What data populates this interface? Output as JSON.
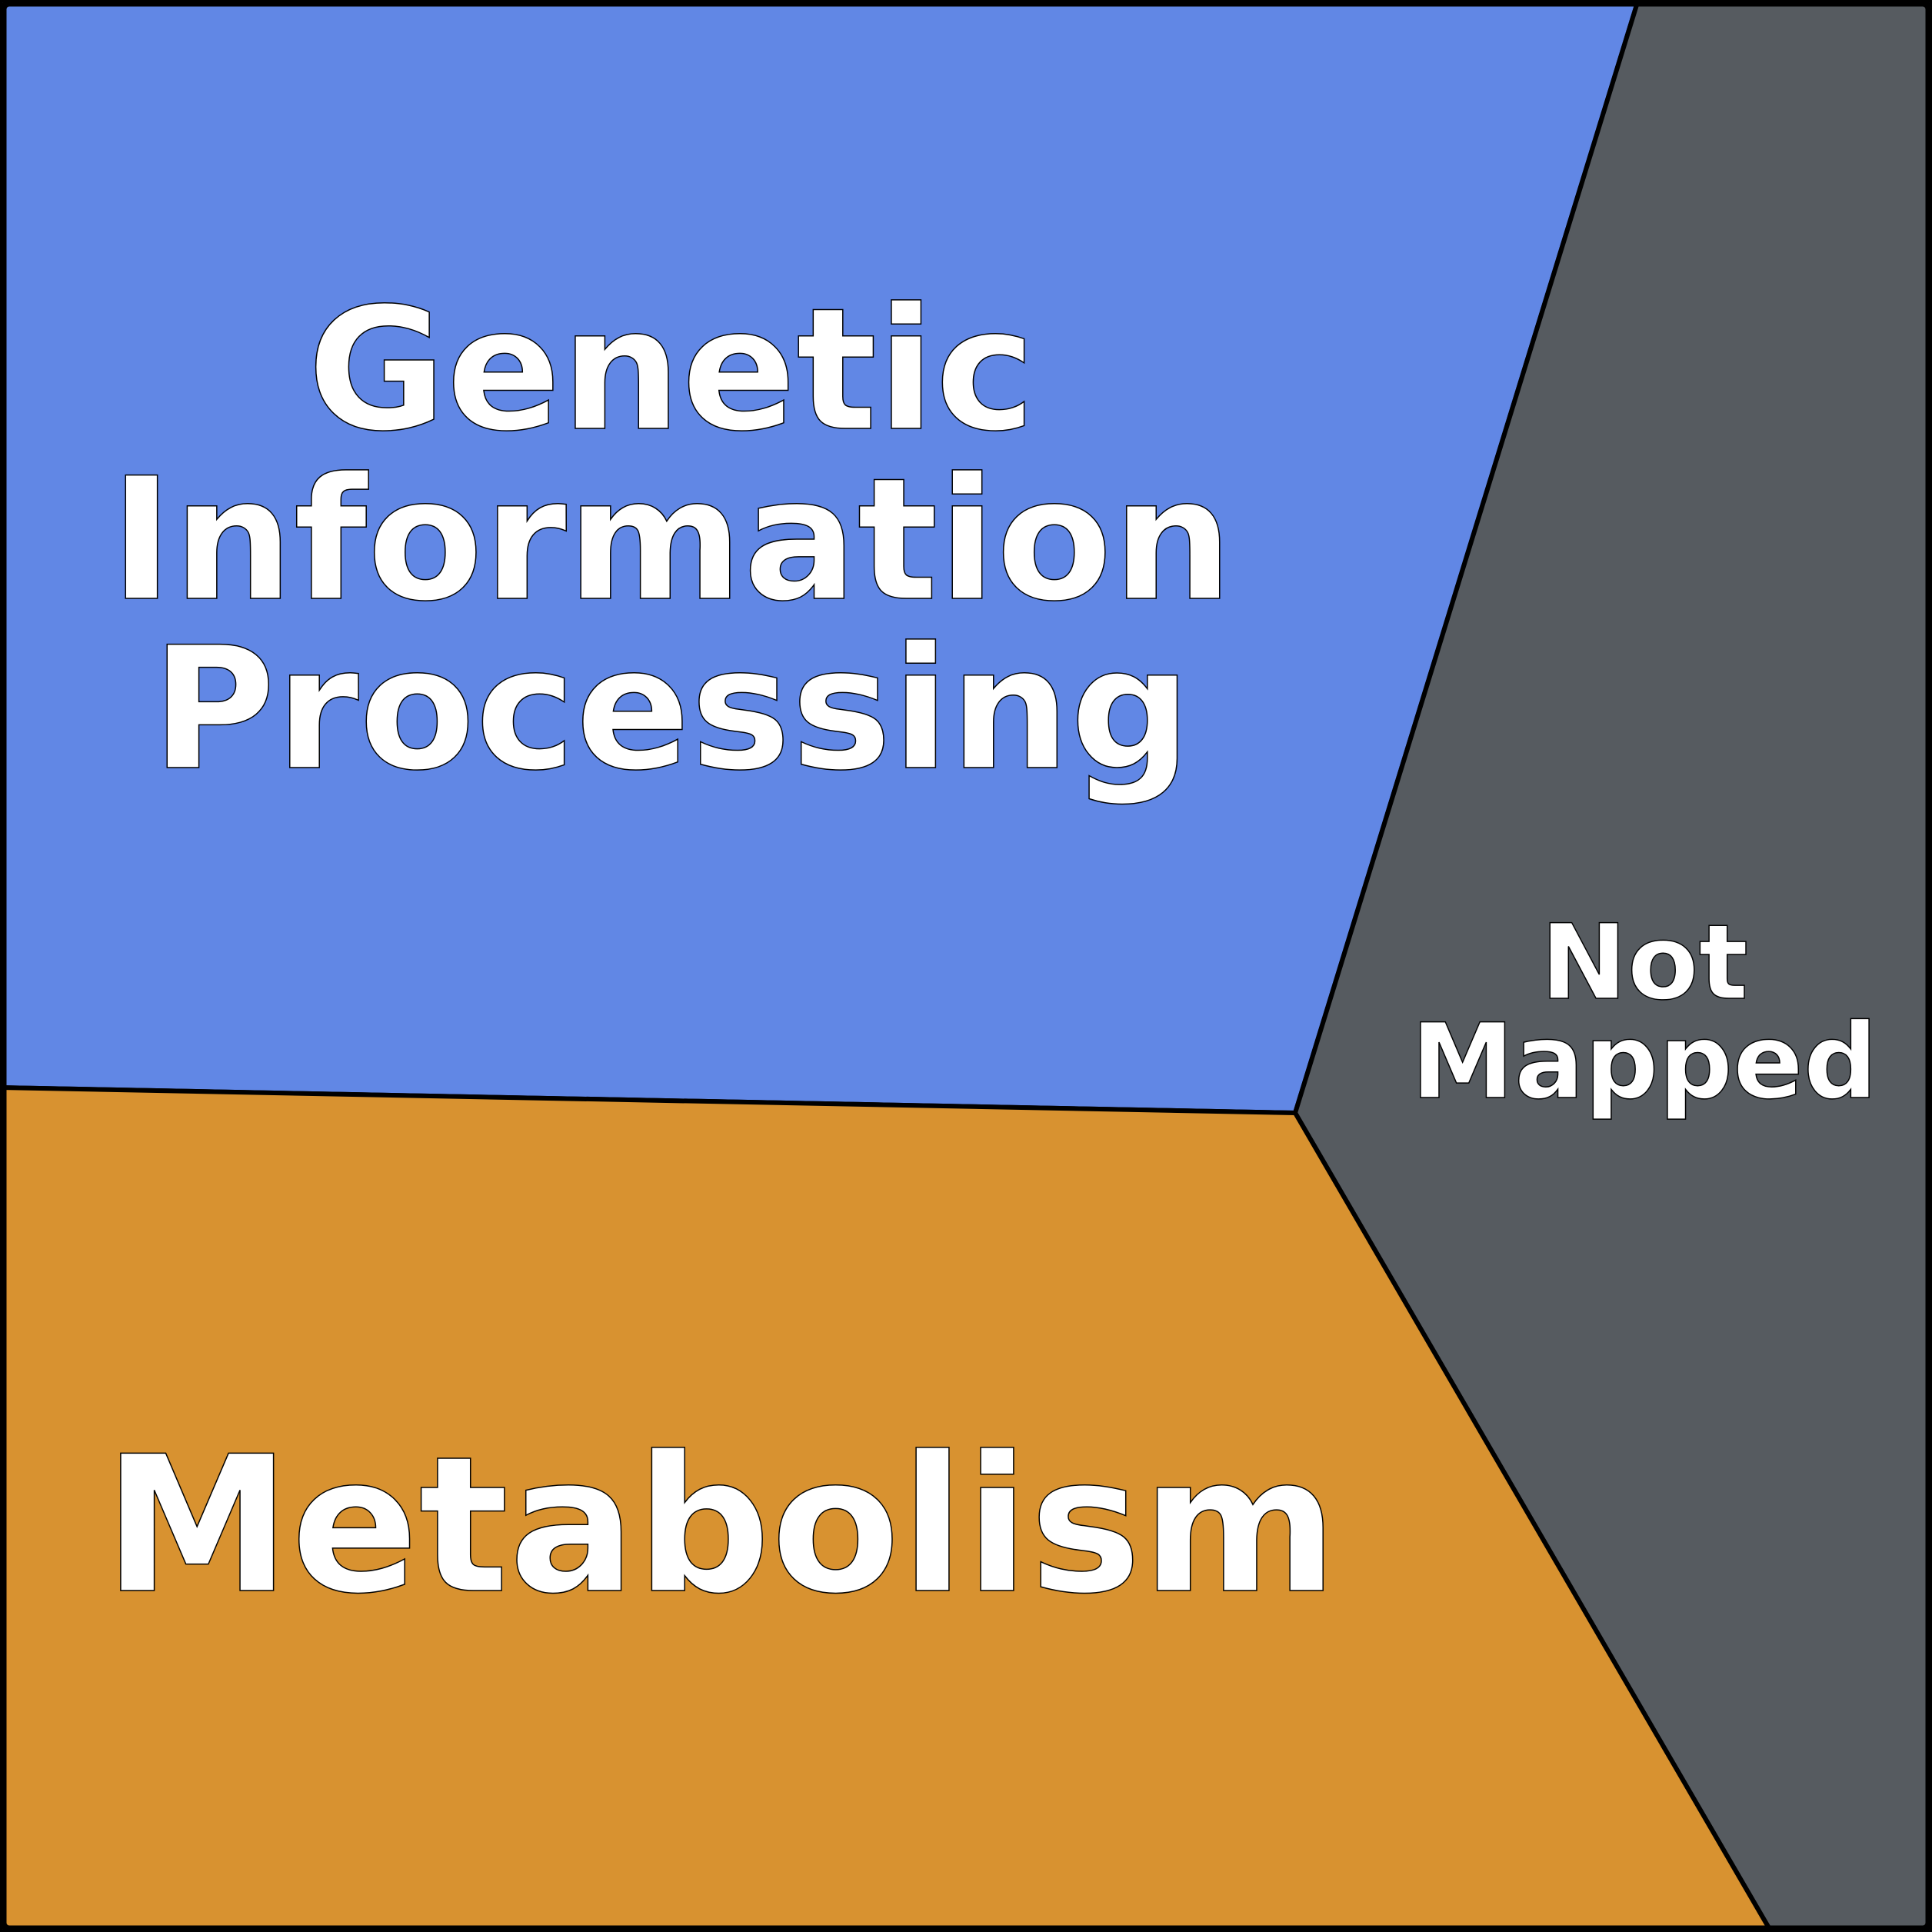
{
  "chart_data": {
    "type": "treemap",
    "subtype": "voronoi",
    "title": "",
    "cells": [
      {
        "label_lines": [
          "Genetic",
          "Information",
          "Processing"
        ],
        "color": "#6187E5",
        "approx_share_pct": 43.3
      },
      {
        "label_lines": [
          "Not",
          "Mapped"
        ],
        "color": "#565B60",
        "approx_share_pct": 22.6
      },
      {
        "label_lines": [
          "Metabolism"
        ],
        "color": "#D89230",
        "approx_share_pct": 34.1
      }
    ],
    "border_color": "#000000"
  }
}
